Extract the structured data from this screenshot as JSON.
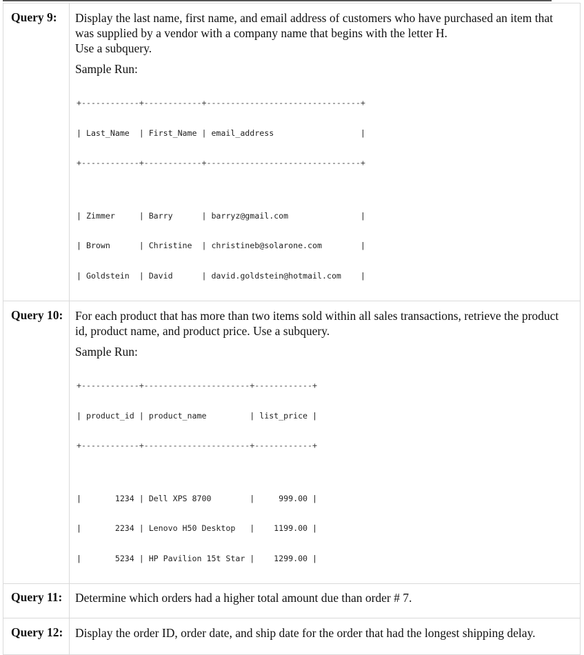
{
  "queries": [
    {
      "label": "Query 9:",
      "description_lines": [
        "Display the last name, first name, and email address of customers who have purchased an item that",
        "was supplied by a vendor with a company name that begins with the letter H.",
        "Use a subquery."
      ],
      "sample_run_label": "Sample Run:",
      "sample_run": {
        "border": "+------------+------------+--------------------------------+",
        "header": "| Last_Name  | First_Name | email_address                  |",
        "columns": [
          "Last_Name",
          "First_Name",
          "email_address"
        ],
        "rows_text": [
          "| Zimmer     | Barry      | barryz@gmail.com               |",
          "| Brown      | Christine  | christineb@solarone.com        |",
          "| Goldstein  | David      | david.goldstein@hotmail.com    |"
        ],
        "rows": [
          [
            "Zimmer",
            "Barry",
            "barryz@gmail.com"
          ],
          [
            "Brown",
            "Christine",
            "christineb@solarone.com"
          ],
          [
            "Goldstein",
            "David",
            "david.goldstein@hotmail.com"
          ]
        ]
      }
    },
    {
      "label": "Query 10:",
      "description_lines": [
        "For each product that has more than two items sold within all sales transactions, retrieve the product",
        "id, product name, and product price. Use a subquery."
      ],
      "sample_run_label": "Sample Run:",
      "sample_run": {
        "border": "+------------+----------------------+------------+",
        "header": "| product_id | product_name         | list_price |",
        "columns": [
          "product_id",
          "product_name",
          "list_price"
        ],
        "rows_text": [
          "|       1234 | Dell XPS 8700        |     999.00 |",
          "|       2234 | Lenovo H50 Desktop   |    1199.00 |",
          "|       5234 | HP Pavilion 15t Star |    1299.00 |"
        ],
        "rows": [
          [
            "1234",
            "Dell XPS 8700",
            "999.00"
          ],
          [
            "2234",
            "Lenovo H50 Desktop",
            "1199.00"
          ],
          [
            "5234",
            "HP Pavilion 15t Star",
            "1299.00"
          ]
        ]
      }
    },
    {
      "label": "Query 11:",
      "description_lines": [
        "Determine which orders had a higher total amount due than order # 7."
      ]
    },
    {
      "label": "Query 12:",
      "description_lines": [
        "Display the order ID, order date, and ship date for the order that had the longest shipping delay."
      ]
    }
  ]
}
